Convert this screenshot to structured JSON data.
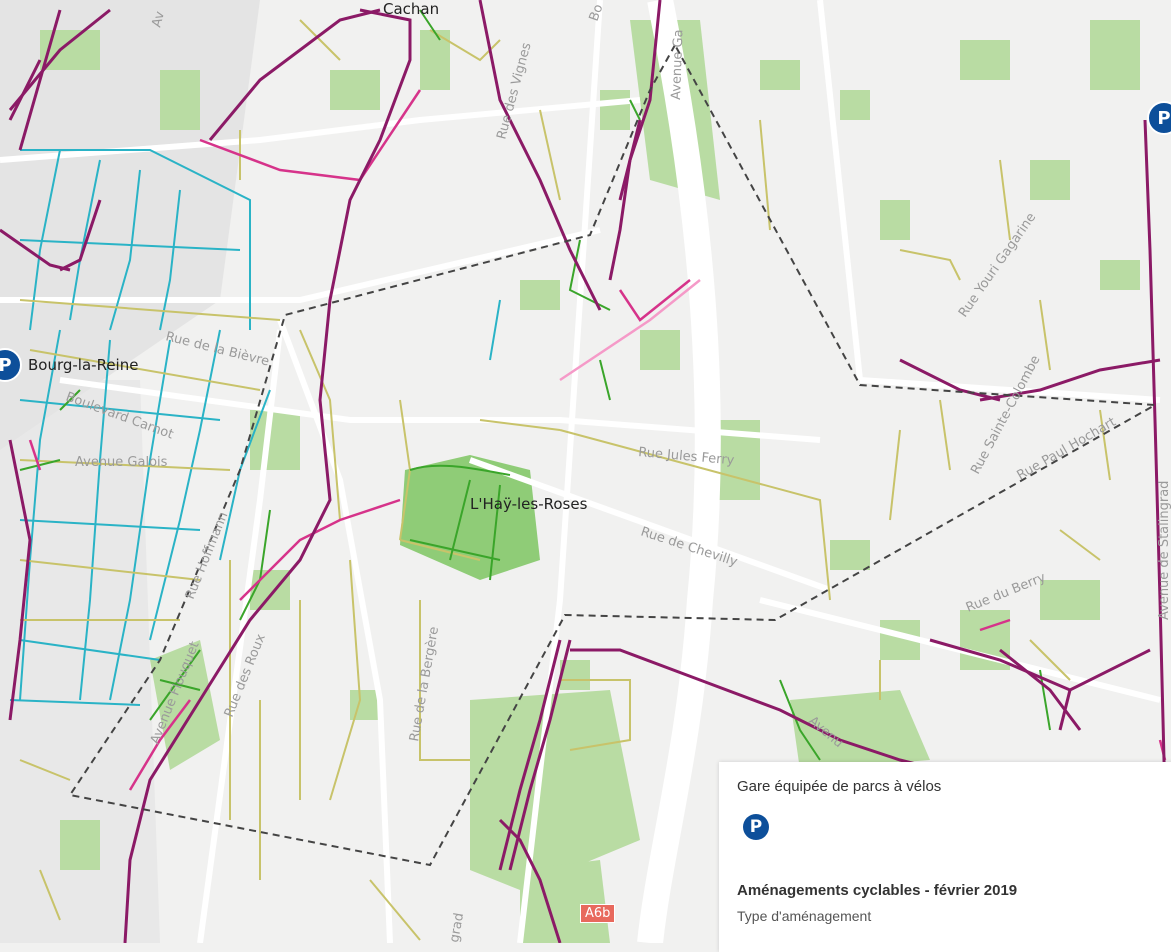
{
  "map": {
    "town_labels": {
      "bourg_la_reine": "Bourg-la-Reine",
      "lhay_les_roses": "L'Haÿ-les-Roses",
      "cachan": "Cachan"
    },
    "street_labels": {
      "rue_de_la_bievre": "Rue de la Bièvre",
      "boulevard_carnot": "Boulevard Carnot",
      "avenue_galois": "Avenue Galois",
      "rue_hoffmann": "Rue Hoffmann",
      "avenue_flouquet": "Avenue Flouquet",
      "rue_des_roux": "Rue des Roux",
      "rue_de_la_bergere": "Rue de la Bergère",
      "rue_des_vignes": "Rue des Vignes",
      "rue_jules_ferry": "Rue Jules Ferry",
      "rue_de_chevilly": "Rue de Chevilly",
      "rue_youri_gagarine": "Rue Youri Gagarine",
      "rue_sainte_colombe": "Rue Sainte-Colombe",
      "rue_paul_hochart": "Rue Paul Hochart",
      "rue_du_berry": "Rue du Berry",
      "avenue_de_stalingrad": "Avenue de Stalingrad",
      "avenue_ga": "Avenue Ga",
      "avenu": "Avenu",
      "grad": "grad",
      "bo": "Bo",
      "av": "Av"
    },
    "road_badge": "A6b",
    "parking_symbol": "P"
  },
  "legend": {
    "station_title": "Gare équipée de parcs à vélos",
    "parking_symbol": "P",
    "section_title": "Aménagements cyclables - février 2019",
    "section_subtitle": "Type d'aménagement"
  },
  "colors": {
    "background": "#f1f1f0",
    "green_area": "#b9dca3",
    "dark_green_area": "#8fcc77",
    "road": "#ffffff",
    "highway": "#ffffff",
    "purple_route": "#8b1a66",
    "magenta_route": "#d6338a",
    "pink_route": "#f59ac8",
    "green_route": "#3aa52a",
    "olive_route": "#c8c36a",
    "cyan_route": "#2ab3c6",
    "boundary": "#444444",
    "parking_blue": "#0d4f9a",
    "badge_red": "#e8695d"
  }
}
